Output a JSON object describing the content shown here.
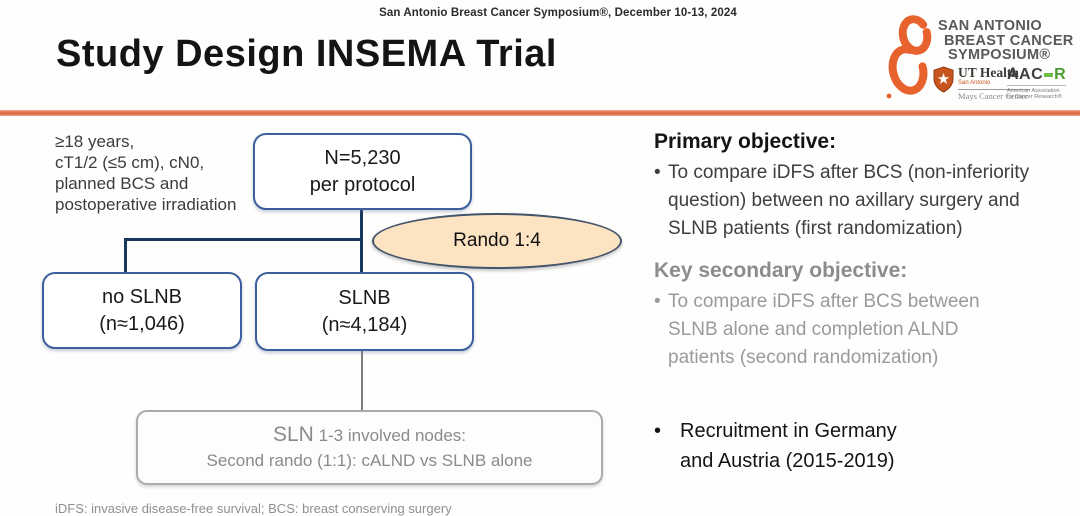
{
  "header": {
    "symposium_line": "San Antonio Breast Cancer Symposium®, December 10-13, 2024",
    "title": "Study Design INSEMA Trial",
    "logo": {
      "name_lines": [
        "SAN ANTONIO",
        "BREAST CANCER",
        "SYMPOSIUM®"
      ],
      "ut_health": {
        "brand": "UT Health",
        "sub": "San Antonio",
        "center": "Mays Cancer Center"
      },
      "aacr": {
        "acronym_left": "AAC",
        "acronym_right": "R",
        "sub_line1": "American Association",
        "sub_line2": "for Cancer Research®"
      }
    }
  },
  "flowchart": {
    "criteria": "≥18 years,\ncT1/2 (≤5 cm), cN0,\nplanned BCS and\npostoperative irradiation",
    "n_box": {
      "line1": "N=5,230",
      "line2": "per protocol"
    },
    "rando_label": "Rando 1:4",
    "no_slnb_box": {
      "line1": "no SLNB",
      "line2": "(n≈1,046)"
    },
    "slnb_box": {
      "line1": "SLNB",
      "line2": "(n≈4,184)"
    },
    "second_rando_box": {
      "line1_big": "SLN",
      "line1_rest": " 1-3 involved nodes:",
      "line2": "Second rando (1:1): cALND vs SLNB alone"
    },
    "footnote": "iDFS: invasive disease-free survival; BCS: breast conserving surgery"
  },
  "objectives": {
    "bullet_char": "•",
    "primary_heading": "Primary objective:",
    "primary_bullet": "To compare iDFS after BCS (non-inferiority question) between no axillary surgery and SLNB patients (first randomization)",
    "secondary_heading": "Key secondary objective:",
    "secondary_bullet": "To compare iDFS after BCS between SLNB alone and completion ALND patients (second randomization)",
    "recruitment_bullet": "Recruitment in Germany and Austria (2015-2019)"
  },
  "colors": {
    "accent_orange": "#de6f48",
    "brand_ribbon_orange": "#e8622d",
    "connector_navy": "#17375e",
    "box_border_blue": "#3d5f9d",
    "ellipse_fill": "#fce3c2",
    "ellipse_border": "#44546a",
    "gray_text": "#8a8a8a",
    "aacr_green": "#6cbe45",
    "ut_shield_orange": "#c8551e"
  }
}
